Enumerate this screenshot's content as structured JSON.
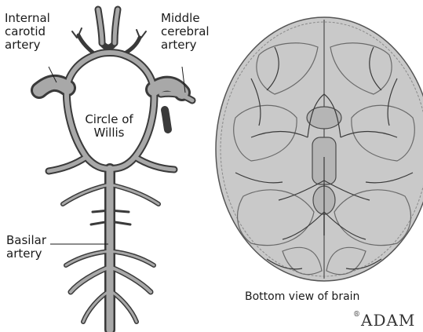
{
  "labels": {
    "internal_carotid": "Internal\ncarotid\nartery",
    "middle_cerebral": "Middle\ncerebral\nartery",
    "circle_of_willis": "Circle of\nWillis",
    "basilar": "Basilar\nartery",
    "bottom_view": "Bottom view of brain"
  },
  "logo": {
    "mark": "®",
    "text": "ADAM"
  },
  "colors": {
    "ink": "#1a1a1a",
    "artery_fill": "#9a9a9a",
    "artery_stroke": "#3a3a3a",
    "brain_fill": "#c9c9c9"
  }
}
